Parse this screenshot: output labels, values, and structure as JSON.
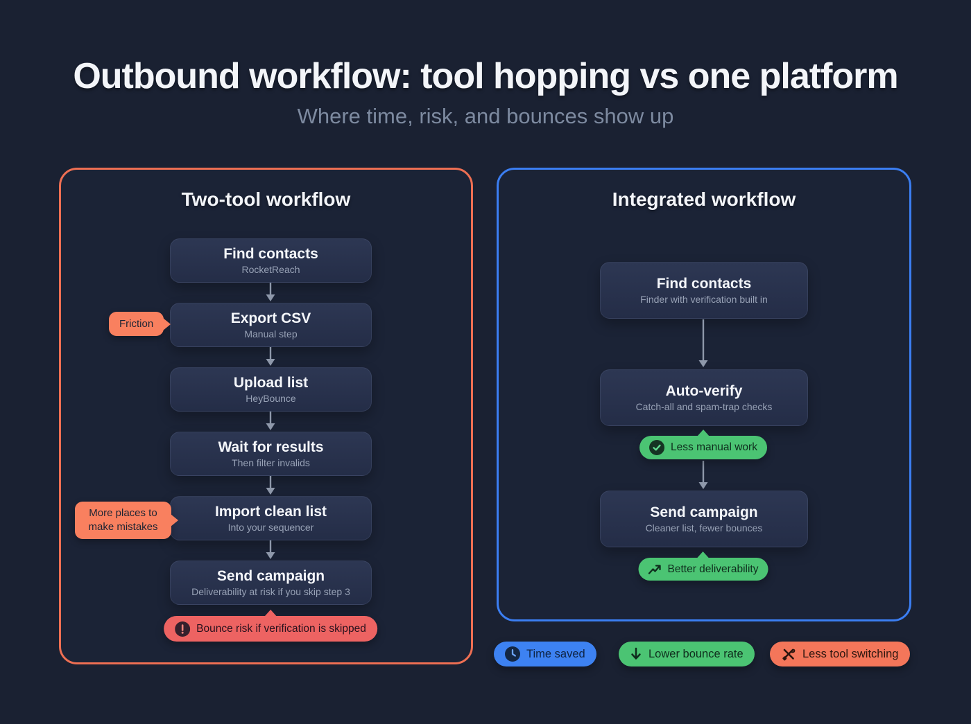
{
  "header": {
    "title": "Outbound workflow: tool hopping vs one platform",
    "subtitle": "Where time, risk, and bounces show up"
  },
  "left_panel": {
    "title": "Two-tool workflow",
    "accent_color": "#ee6f53",
    "steps": [
      {
        "title": "Find contacts",
        "subtitle": "RocketReach"
      },
      {
        "title": "Export CSV",
        "subtitle": "Manual step"
      },
      {
        "title": "Upload list",
        "subtitle": "HeyBounce"
      },
      {
        "title": "Wait for results",
        "subtitle": "Then filter invalids"
      },
      {
        "title": "Import clean list",
        "subtitle": "Into your sequencer"
      },
      {
        "title": "Send campaign",
        "subtitle": "Deliverability at risk if you skip step 3"
      }
    ],
    "callouts": [
      {
        "text": "Friction",
        "color": "#f9805f"
      },
      {
        "text": "More places to make mistakes",
        "color": "#f9805f"
      }
    ],
    "warning": {
      "text": "Bounce risk if verification is skipped",
      "icon": "exclamation-icon",
      "color": "#ed6362"
    }
  },
  "right_panel": {
    "title": "Integrated workflow",
    "accent_color": "#3b7ef2",
    "steps": [
      {
        "title": "Find contacts",
        "subtitle": "Finder with verification built in"
      },
      {
        "title": "Auto-verify",
        "subtitle": "Catch-all and spam-trap checks"
      },
      {
        "title": "Send campaign",
        "subtitle": "Cleaner list, fewer bounces"
      }
    ],
    "benefits": [
      {
        "text": "Less manual work",
        "icon": "check-icon",
        "color": "#4bc473"
      },
      {
        "text": "Better deliverability",
        "icon": "trend-up-icon",
        "color": "#4bc473"
      }
    ]
  },
  "footer_badges": [
    {
      "label": "Time saved",
      "icon": "clock-icon",
      "color": "#3d82f2"
    },
    {
      "label": "Lower bounce rate",
      "icon": "arrow-down-icon",
      "color": "#4bc473"
    },
    {
      "label": "Less tool switching",
      "icon": "crossed-tools-icon",
      "color": "#f4765a"
    }
  ]
}
